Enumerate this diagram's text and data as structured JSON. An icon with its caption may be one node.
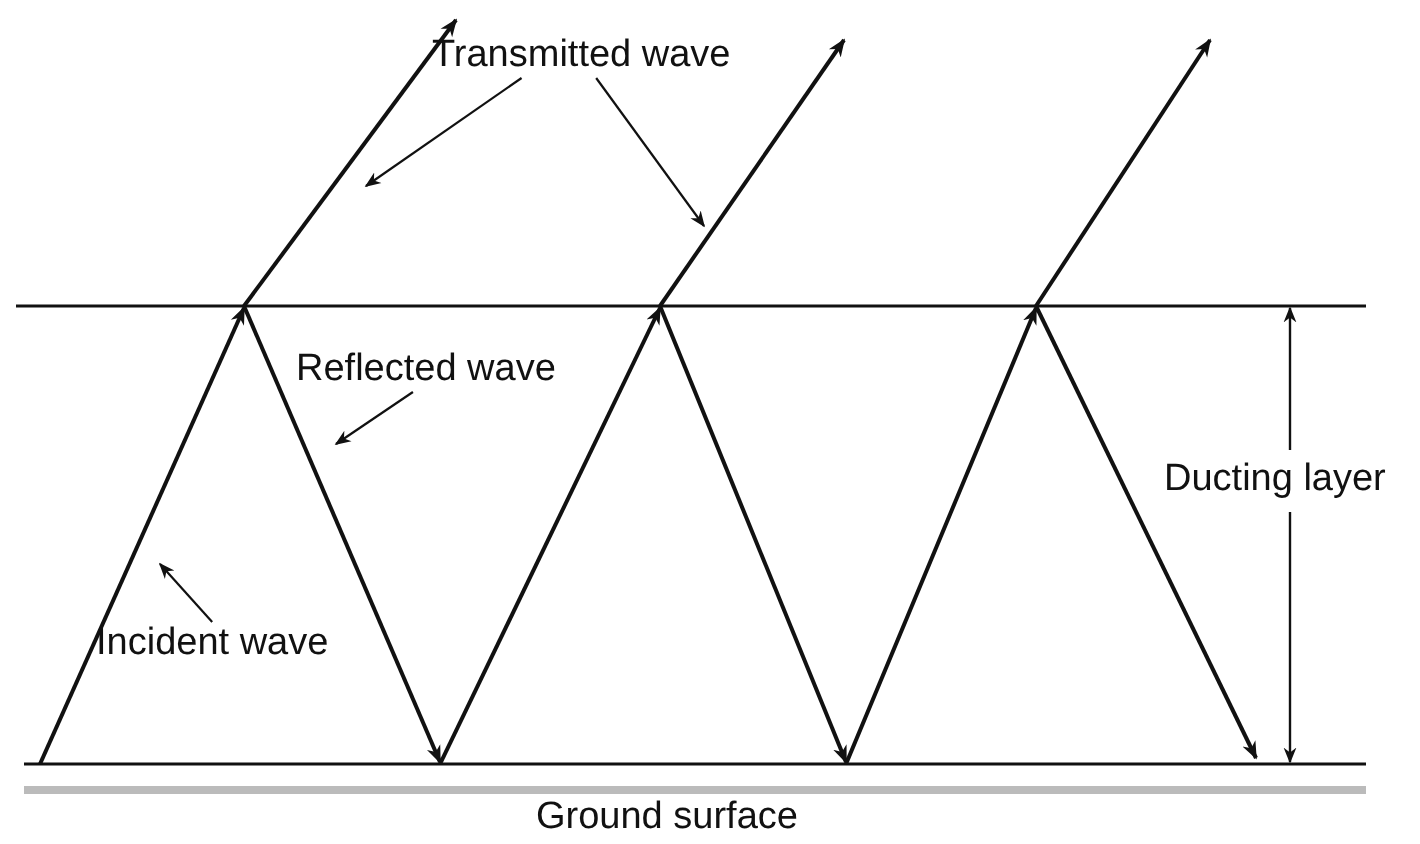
{
  "diagram": {
    "nodes": [
      {
        "text": [
          "Transmitted wave"
        ]
      },
      {
        "text": [
          "Reflected wave"
        ]
      },
      {
        "text": [
          "Incident wave"
        ]
      }
    ],
    "edges": [
      {
        "from": 0,
        "to": null,
        "arrow": "to"
      },
      {
        "from": 0,
        "to": null,
        "arrow": "to"
      },
      {
        "from": 1,
        "to": null,
        "arrow": "to"
      },
      {
        "from": 2,
        "to": null,
        "arrow": "to"
      }
    ],
    "labels": [
      "Ducting layer",
      "Ground surface"
    ]
  }
}
